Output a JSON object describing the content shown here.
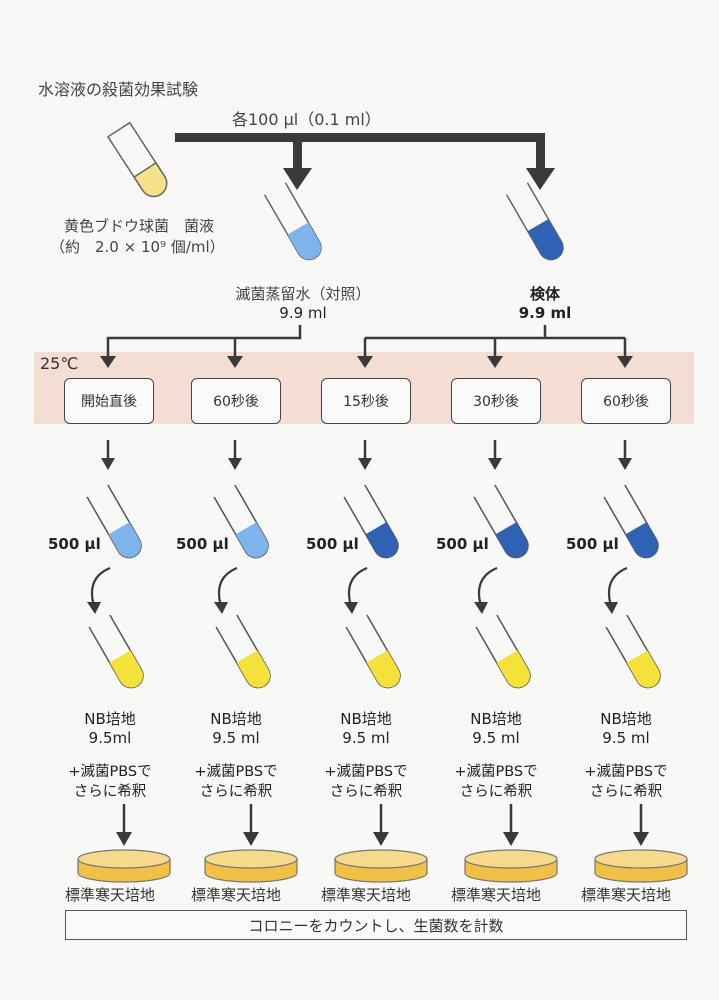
{
  "title": "水溶液の殺菌効果試験",
  "transfer_label": "各100 µl（0.1 ml）",
  "source": {
    "name": "黄色ブドウ球菌　菌液",
    "concentration": "（約　2.0 × 10⁹ 個/ml）"
  },
  "control": {
    "name": "滅菌蒸留水（対照）",
    "volume": "9.9 ml"
  },
  "sample": {
    "name": "検体",
    "volume": "9.9 ml"
  },
  "temperature": "25℃",
  "timepoints": [
    "開始直後",
    "60秒後",
    "15秒後",
    "30秒後",
    "60秒後"
  ],
  "aliquot": "500 µl",
  "nb_medium": {
    "name": "NB培地",
    "volumes": [
      "9.5ml",
      "9.5 ml",
      "9.5 ml",
      "9.5 ml",
      "9.5 ml"
    ]
  },
  "dilution": {
    "line1": "+滅菌PBSで",
    "line2": "さらに希釈"
  },
  "agar": "標準寒天培地",
  "result": "コロニーをカウントし、生菌数を計数",
  "colors": {
    "arrow": "#3a3a3a",
    "source_liquid": "#f7e08a",
    "control_liquid": "#7fb3ec",
    "sample_liquid": "#2f62b5",
    "nb_liquid": "#f4e23a",
    "agar_fill": "#f0c146",
    "band": "#f4ddd2"
  }
}
